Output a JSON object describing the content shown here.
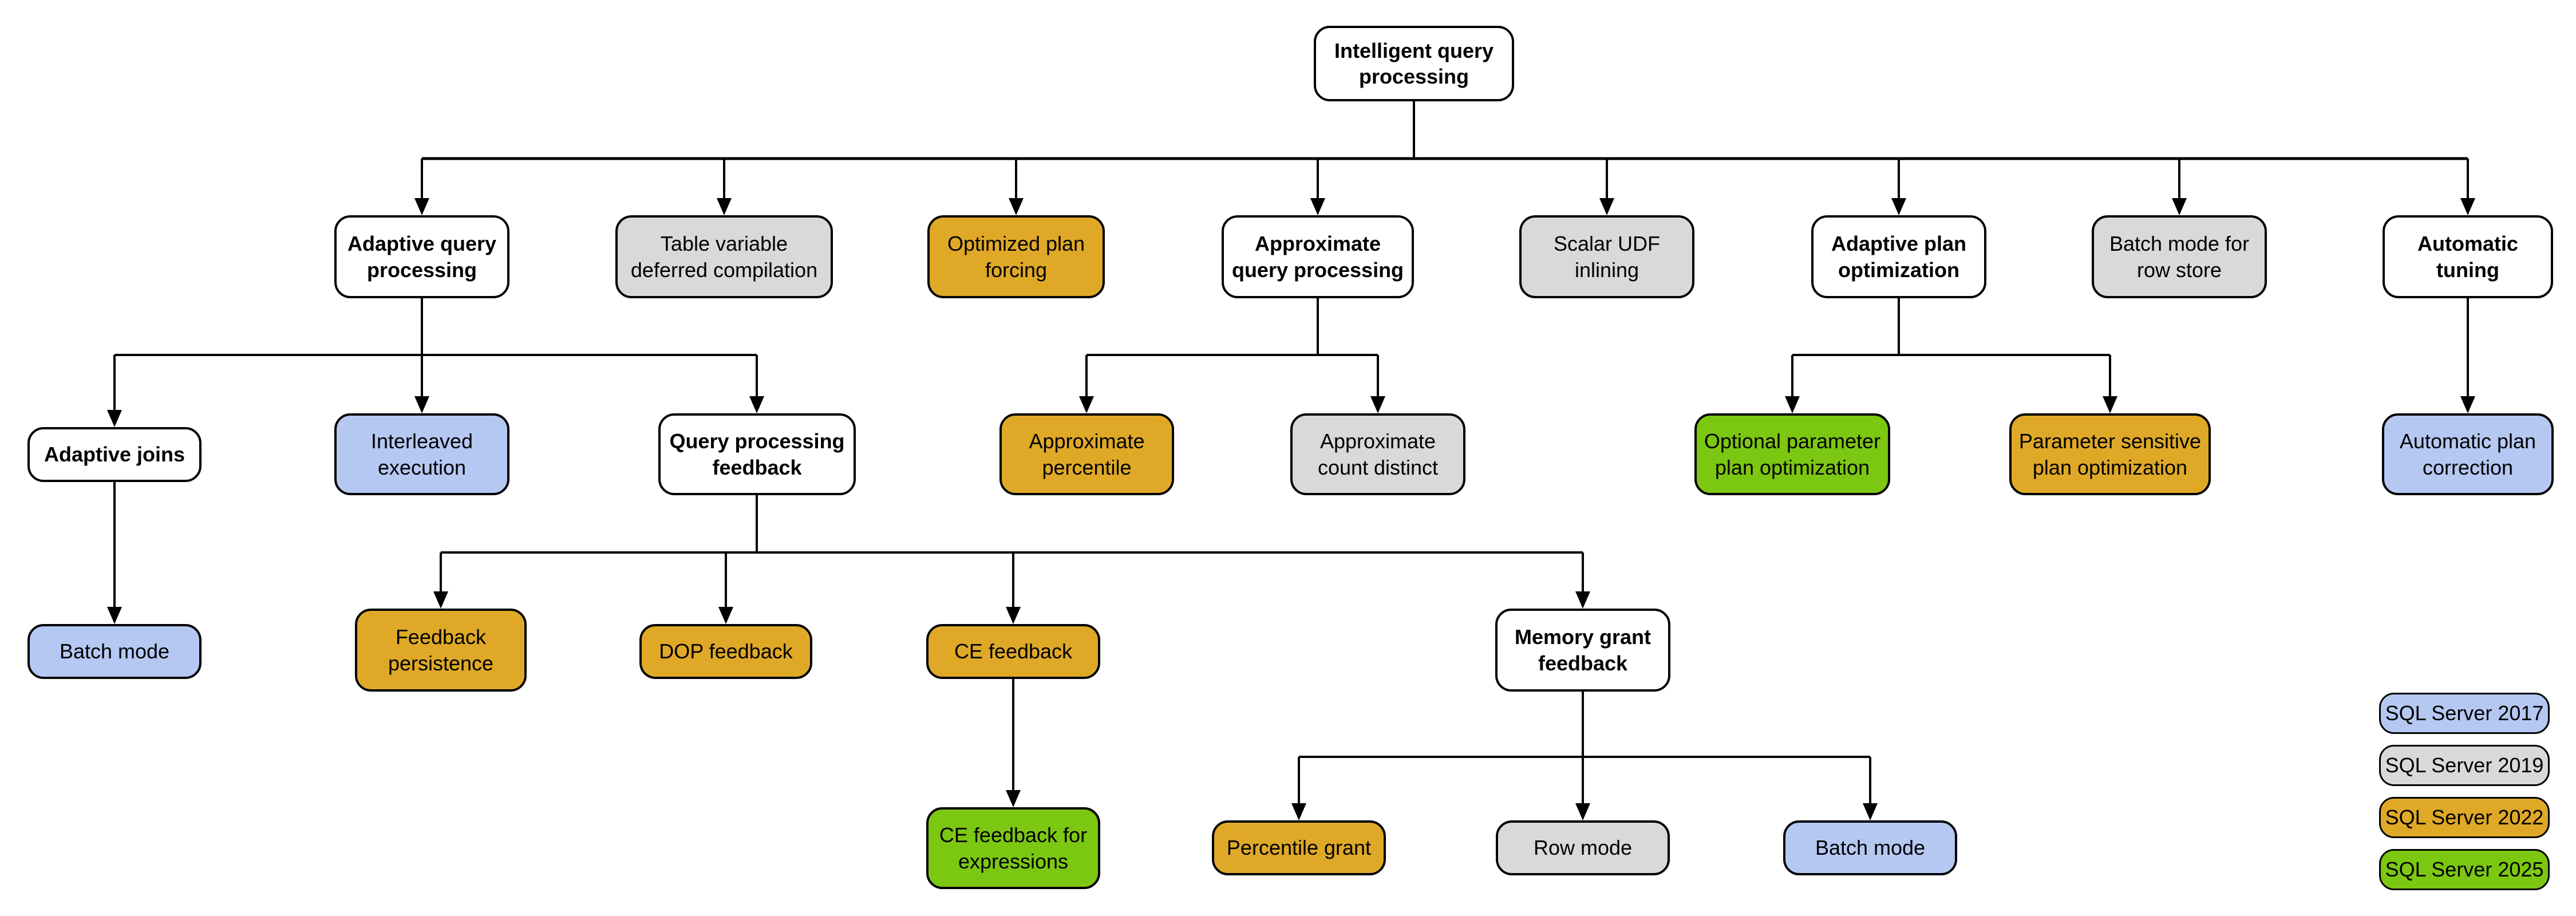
{
  "diagram": {
    "nodes": {
      "root": {
        "label": "Intelligent query\nprocessing",
        "color": "#ffffff"
      },
      "adaptive_query_processing": {
        "label": "Adaptive query\nprocessing",
        "color": "#ffffff"
      },
      "table_variable_deferred_compilation": {
        "label": "Table variable\ndeferred compilation",
        "color": "#d9d9d9"
      },
      "optimized_plan_forcing": {
        "label": "Optimized plan\nforcing",
        "color": "#dfa927"
      },
      "approximate_query_processing": {
        "label": "Approximate\nquery processing",
        "color": "#ffffff"
      },
      "scalar_udf_inlining": {
        "label": "Scalar UDF\ninlining",
        "color": "#d9d9d9"
      },
      "adaptive_plan_optimization": {
        "label": "Adaptive plan\noptimization",
        "color": "#ffffff"
      },
      "batch_mode_row_store": {
        "label": "Batch mode for\nrow store",
        "color": "#d9d9d9"
      },
      "automatic_tuning": {
        "label": "Automatic\ntuning",
        "color": "#ffffff"
      },
      "adaptive_joins": {
        "label": "Adaptive joins",
        "color": "#ffffff"
      },
      "interleaved_execution": {
        "label": "Interleaved\nexecution",
        "color": "#b5c8f2"
      },
      "query_processing_feedback": {
        "label": "Query processing\nfeedback",
        "color": "#ffffff"
      },
      "approximate_percentile": {
        "label": "Approximate\npercentile",
        "color": "#dfa927"
      },
      "approximate_count_distinct": {
        "label": "Approximate\ncount distinct",
        "color": "#d9d9d9"
      },
      "optional_parameter_plan_optimization": {
        "label": "Optional parameter\nplan optimization",
        "color": "#7cc712"
      },
      "parameter_sensitive_plan_optimization": {
        "label": "Parameter sensitive\nplan optimization",
        "color": "#dfa927"
      },
      "automatic_plan_correction": {
        "label": "Automatic plan\ncorrection",
        "color": "#b5c8f2"
      },
      "batch_mode_adaptive_joins": {
        "label": "Batch mode",
        "color": "#b5c8f2"
      },
      "feedback_persistence": {
        "label": "Feedback\npersistence",
        "color": "#dfa927"
      },
      "dop_feedback": {
        "label": "DOP feedback",
        "color": "#dfa927"
      },
      "ce_feedback": {
        "label": "CE feedback",
        "color": "#dfa927"
      },
      "memory_grant_feedback": {
        "label": "Memory grant\nfeedback",
        "color": "#ffffff"
      },
      "ce_feedback_for_expressions": {
        "label": "CE feedback for\nexpressions",
        "color": "#7cc712"
      },
      "percentile_grant": {
        "label": "Percentile grant",
        "color": "#dfa927"
      },
      "row_mode": {
        "label": "Row mode",
        "color": "#d9d9d9"
      },
      "batch_mode_memory_grant": {
        "label": "Batch mode",
        "color": "#b5c8f2"
      }
    },
    "legend": {
      "items": [
        {
          "label": "SQL Server 2017",
          "color": "#b5c8f2"
        },
        {
          "label": "SQL Server 2019",
          "color": "#d9d9d9"
        },
        {
          "label": "SQL Server 2022",
          "color": "#dfa927"
        },
        {
          "label": "SQL Server 2025",
          "color": "#7cc712"
        }
      ]
    },
    "line_color": "#000000"
  }
}
